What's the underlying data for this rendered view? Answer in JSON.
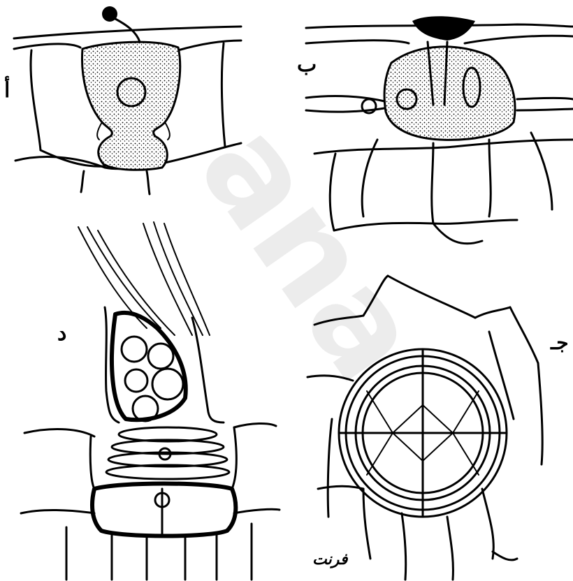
{
  "labels": {
    "panel_top_left": "أ",
    "panel_top_right": "ب",
    "panel_bottom_left": "د",
    "panel_bottom_right": "جـ",
    "signature": "فرنت"
  },
  "watermark": "ana",
  "colors": {
    "ink": "#000000",
    "paper": "#ffffff"
  }
}
